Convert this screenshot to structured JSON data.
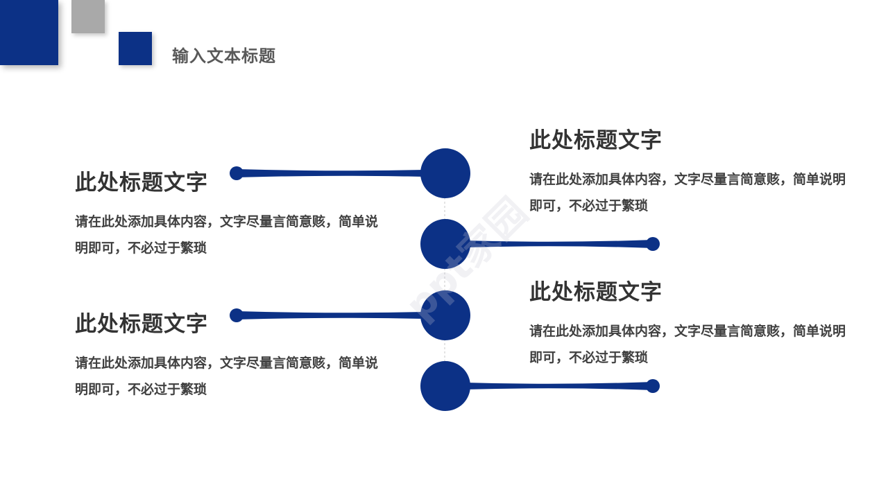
{
  "header": {
    "title": "输入文本标题"
  },
  "colors": {
    "accent": "#0c3186",
    "gray_square": "#a9a9a9",
    "title_text": "#333333",
    "body_text": "#404040",
    "connector_dash": "#c8c8c8"
  },
  "watermark": "ppt家园",
  "items": [
    {
      "title": "此处标题文字",
      "body": "请在此处添加具体内容，文字尽量言简意赅，简单说明即可，不必过于繁琐"
    },
    {
      "title": "此处标题文字",
      "body": "请在此处添加具体内容，文字尽量言简意赅，简单说明即可，不必过于繁琐"
    },
    {
      "title": "此处标题文字",
      "body": "请在此处添加具体内容，文字尽量言简意赅，简单说明即可，不必过于繁琐"
    },
    {
      "title": "此处标题文字",
      "body": "请在此处添加具体内容，文字尽量言简意赅，简单说明即可，不必过于繁琐"
    }
  ]
}
